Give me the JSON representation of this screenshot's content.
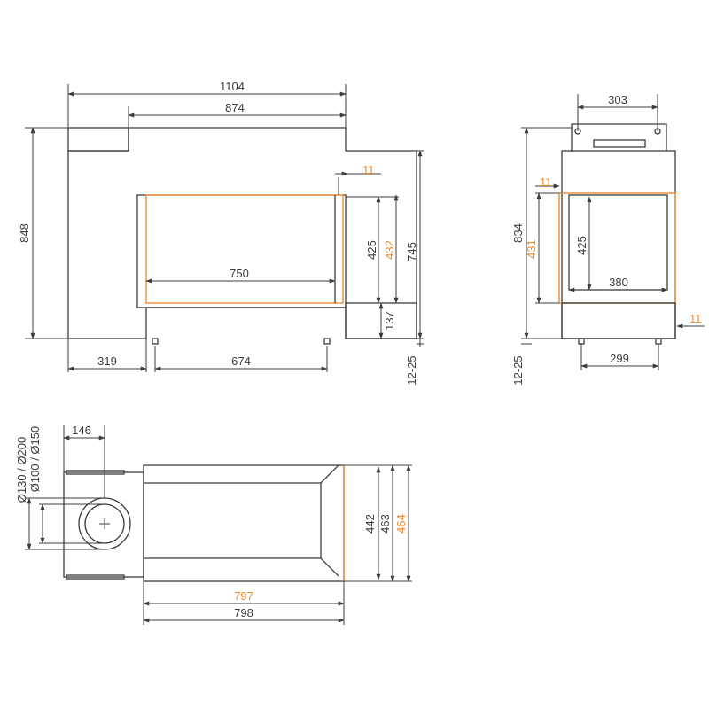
{
  "front_view": {
    "overall_width": "1104",
    "top_width": "874",
    "overall_height": "848",
    "right_height": "745",
    "glass_gap": "11",
    "opening_height": "425",
    "glass_height": "432",
    "opening_width": "750",
    "base_height": "137",
    "left_offset": "319",
    "foot_spacing": "674",
    "feet_height": "12-25"
  },
  "side_view": {
    "top_width": "303",
    "overall_height": "834",
    "glass_gap_top": "11",
    "glass_height": "431",
    "opening_height": "425",
    "opening_width": "380",
    "glass_gap_bottom": "11",
    "foot_spacing": "299",
    "feet_height": "12-25"
  },
  "top_view": {
    "offset": "146",
    "flue_diameters": "Ø130 / Ø200",
    "flue_inner_diameters": "Ø100 / Ø150",
    "depth_inner": "442",
    "depth_mid": "463",
    "depth_outer": "464",
    "glass_width": "797",
    "firebox_width": "798"
  },
  "colors": {
    "line": "#3c3c3c",
    "accent": "#ee8a2a"
  }
}
